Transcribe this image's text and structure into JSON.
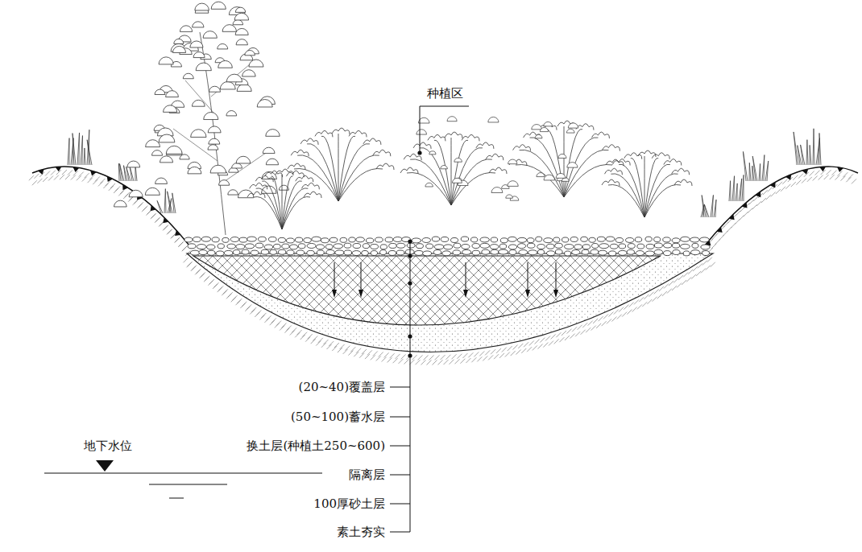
{
  "diagram": {
    "labels": [
      "种植区",
      "(20~40)覆盖层",
      "(50~100)蓄水层",
      "换土层(种植土250~600)",
      "隔离层",
      "100厚砂土层",
      "素土夯实",
      "地下水位"
    ]
  }
}
